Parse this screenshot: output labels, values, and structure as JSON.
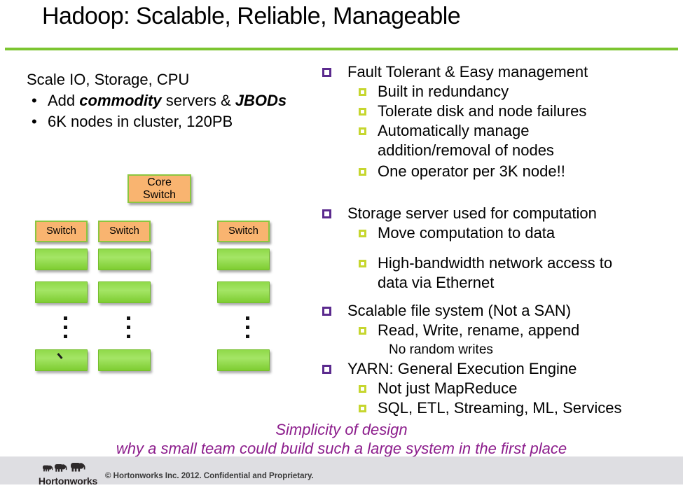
{
  "slide": {
    "title": "Hadoop: Scalable, Reliable, Manageable"
  },
  "left_panel": {
    "heading": "Scale IO, Storage, CPU",
    "bullet_marker": "•",
    "bullet1": {
      "t1": "Add ",
      "t2": "commodity",
      "t3": " servers & ",
      "t4": "JBODs"
    },
    "bullet2": "6K nodes in cluster, 120PB"
  },
  "diagram": {
    "core_switch": {
      "line1": "Core",
      "line2": "Switch"
    },
    "switch_label": "Switch"
  },
  "right_panel": {
    "items": [
      {
        "level": 1,
        "text": "Fault Tolerant & Easy management"
      },
      {
        "level": 2,
        "text": "Built in redundancy"
      },
      {
        "level": 2,
        "text": "Tolerate disk and node failures"
      },
      {
        "level": 2,
        "text": "Automatically manage addition/removal of nodes"
      },
      {
        "level": 2,
        "text": "One operator per 3K node!!"
      },
      {
        "level": 1,
        "text": "Storage server used for computation"
      },
      {
        "level": 2,
        "text": "Move computation to data"
      },
      {
        "level": 2,
        "text": "High-bandwidth network access to data via Ethernet"
      },
      {
        "level": 1,
        "text": "Scalable file system (Not a SAN)"
      },
      {
        "level": 2,
        "text": "Read, Write, rename, append"
      },
      {
        "level": 3,
        "text": "No random writes"
      },
      {
        "level": 1,
        "text": "YARN: General Execution Engine"
      },
      {
        "level": 2,
        "text": "Not just MapReduce"
      },
      {
        "level": 2,
        "text": "SQL, ETL, Streaming, ML, Services"
      }
    ]
  },
  "footnote": {
    "line1": "Simplicity of design",
    "line2": "why a small team could build such a large system in the first place"
  },
  "footer": {
    "logo_text": "Hortonworks",
    "copyright": "© Hortonworks Inc. 2012. Confidential and Proprietary."
  },
  "colors": {
    "accent_green": "#7CC530",
    "switch_orange": "#F9B470",
    "switch_border_green": "#8CC63F",
    "server_green_top": "#90D94A",
    "server_green_bottom": "#7ECD31",
    "bullet_purple": "#5B2A8E",
    "bullet_olive": "#C6D62F",
    "footnote_purple": "#8C1D8C",
    "footer_gray": "#DEDEE2"
  }
}
